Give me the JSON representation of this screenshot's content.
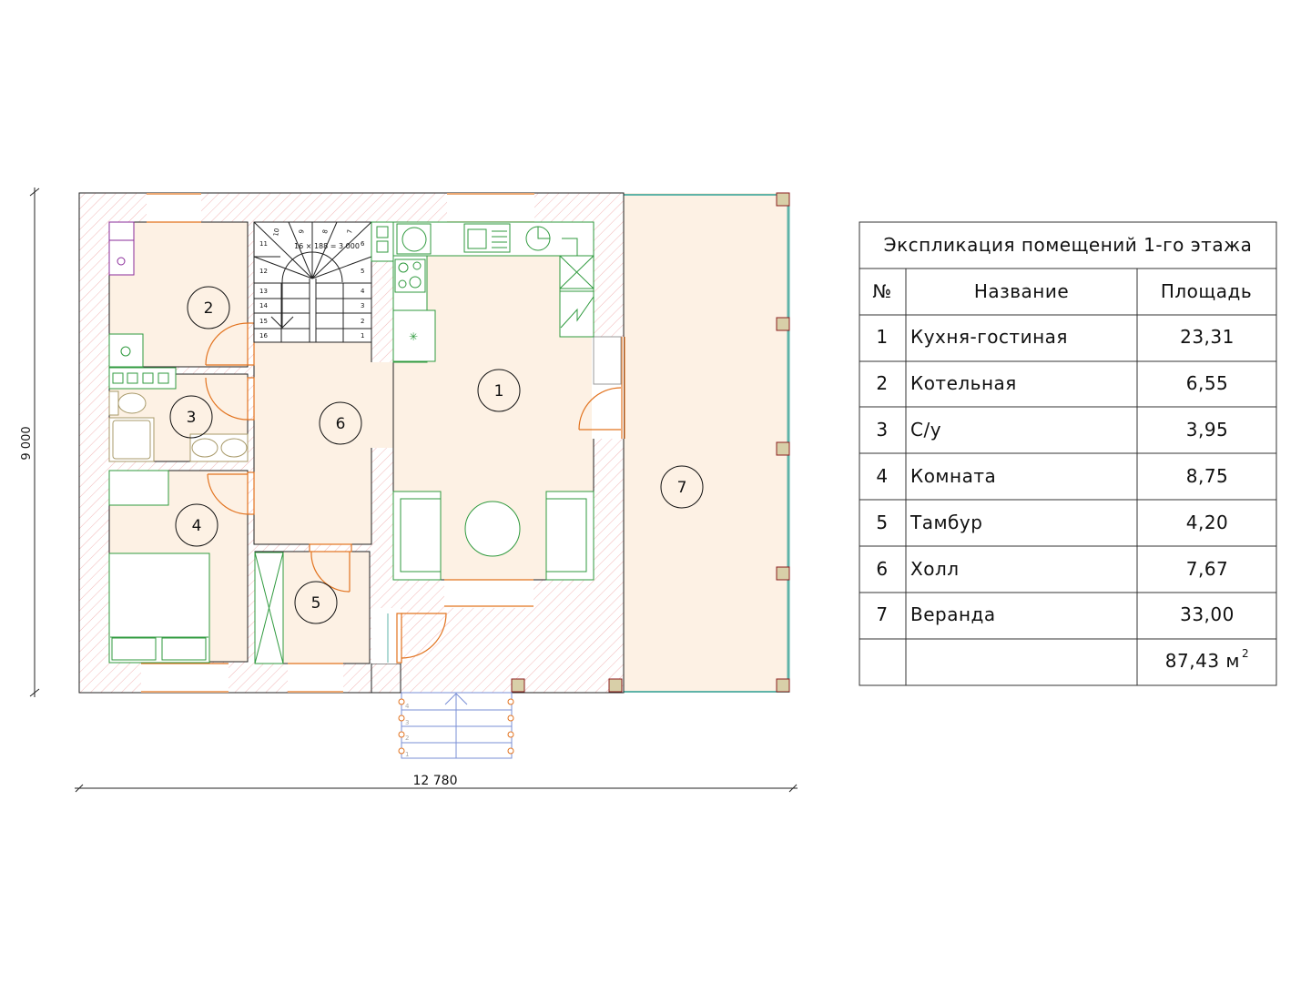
{
  "plan": {
    "rooms": [
      {
        "number": "1"
      },
      {
        "number": "2"
      },
      {
        "number": "3"
      },
      {
        "number": "4"
      },
      {
        "number": "5"
      },
      {
        "number": "6"
      },
      {
        "number": "7"
      }
    ],
    "dimensions": {
      "height": "9 000",
      "width": "12 780"
    },
    "stair": {
      "note": "16 × 188 = 3 000",
      "steps": [
        "1",
        "2",
        "3",
        "4",
        "5",
        "6",
        "7",
        "8",
        "9",
        "10",
        "11",
        "12",
        "13",
        "14",
        "15",
        "16"
      ]
    },
    "porch_steps": [
      "1",
      "2",
      "3",
      "4"
    ],
    "colors": {
      "floor": "#fdf1e4",
      "hatch": "#f2b8b8",
      "furniture": "#2f9a3e",
      "openings": "#e2731f",
      "sanitary": "#a89a6a",
      "boiler": "#8a2b9a",
      "post": "#d8cfa8"
    }
  },
  "table": {
    "title": "Экспликация помещений 1-го этажа",
    "headers": {
      "num": "№",
      "name": "Название",
      "area": "Площадь"
    },
    "rows": [
      {
        "num": "1",
        "name": "Кухня-гостиная",
        "area": "23,31"
      },
      {
        "num": "2",
        "name": "Котельная",
        "area": "6,55"
      },
      {
        "num": "3",
        "name": "С/у",
        "area": "3,95"
      },
      {
        "num": "4",
        "name": "Комната",
        "area": "8,75"
      },
      {
        "num": "5",
        "name": "Тамбур",
        "area": "4,20"
      },
      {
        "num": "6",
        "name": "Холл",
        "area": "7,67"
      },
      {
        "num": "7",
        "name": "Веранда",
        "area": "33,00"
      }
    ],
    "total": {
      "value": "87,43 м",
      "sup": "2"
    }
  }
}
